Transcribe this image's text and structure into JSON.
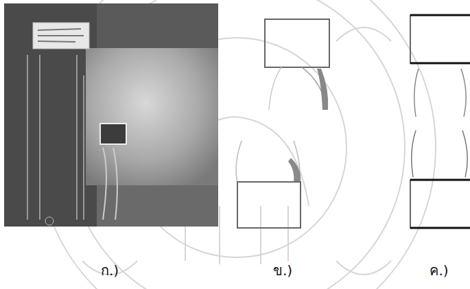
{
  "diagram": {
    "labels": [
      "ก.)",
      "ข.)",
      "ค.)"
    ]
  }
}
